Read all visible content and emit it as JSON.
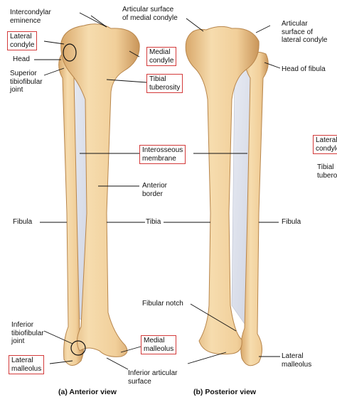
{
  "labels": {
    "intercondylar_eminence": "Intercondylar\neminence",
    "lateral_condyle_a": "Lateral\ncondyle",
    "head": "Head",
    "superior_tibiofibular_joint": "Superior\ntibiofibular\njoint",
    "articular_surface_medial_condyle": "Articular surface\nof medial condyle",
    "medial_condyle": "Medial\ncondyle",
    "tibial_tuberosity": "Tibial\ntuberosity",
    "articular_surface_lateral_condyle": "Articular\nsurface of\nlateral condyle",
    "head_of_fibula": "Head of fibula",
    "interosseous_membrane": "Interosseous\nmembrane",
    "anterior_border": "Anterior\nborder",
    "fibula_left": "Fibula",
    "tibia": "Tibia",
    "fibula_right": "Fibula",
    "fibular_notch": "Fibular notch",
    "inferior_tibiofibular_joint": "Inferior\ntibiofibular\njoint",
    "medial_malleolus": "Medial\nmalleolus",
    "lateral_malleolus_a": "Lateral\nmalleolus",
    "lateral_malleolus_b": "Lateral\nmalleolus",
    "inferior_articular_surface": "Inferior articular\nsurface",
    "cut_lateral_condyle": "Lateral\ncondyle",
    "cut_tibial_tuberosity": "Tibial\ntuberosity"
  },
  "captions": {
    "anterior": "(a) Anterior view",
    "posterior": "(b) Posterior view"
  },
  "colors": {
    "bone_fill": "#f1cf9a",
    "bone_shade": "#d9a86a",
    "membrane": "#dfe3ee",
    "highlight_box": "#d33a3a"
  }
}
